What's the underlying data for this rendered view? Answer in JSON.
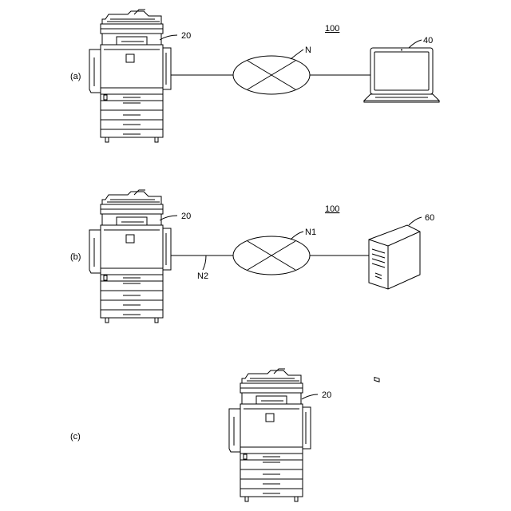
{
  "panels": {
    "a": {
      "panel_label": "(a)",
      "system_ref": "100",
      "mfp_ref": "20",
      "network_ref": "N",
      "terminal_ref": "40"
    },
    "b": {
      "panel_label": "(b)",
      "system_ref": "100",
      "mfp_ref": "20",
      "network_ref": "N1",
      "link_ref": "N2",
      "server_ref": "60"
    },
    "c": {
      "panel_label": "(c)",
      "mfp_ref": "20"
    }
  },
  "icons": [
    "multifunction-printer-icon",
    "network-cloud-icon",
    "laptop-icon",
    "server-tower-icon"
  ]
}
